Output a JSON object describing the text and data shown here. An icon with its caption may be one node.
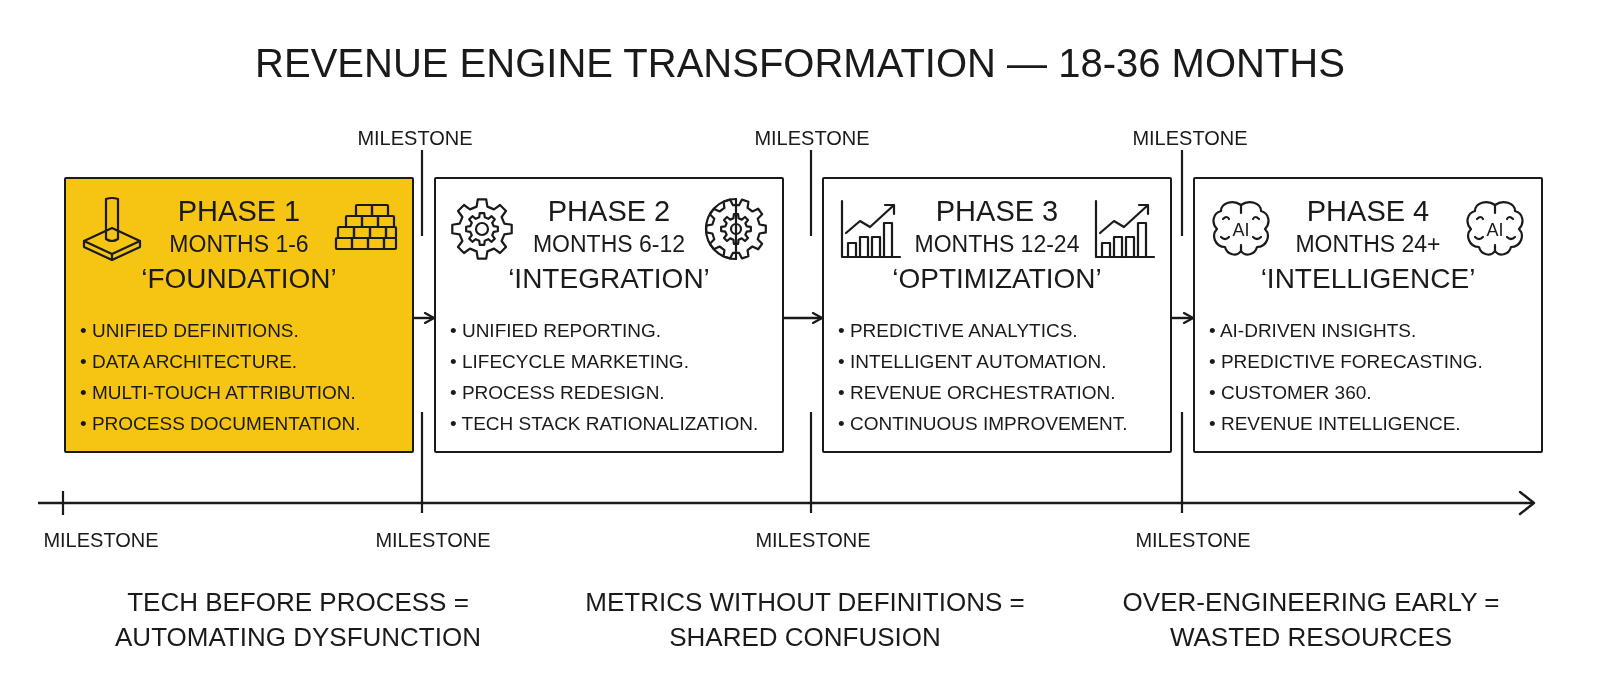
{
  "diagram": {
    "title": "REVENUE ENGINE TRANSFORMATION — 18-36 MONTHS",
    "nodes": [
      {
        "text": [
          "PHASE 1",
          "MONTHS 1-6",
          "‘FOUNDATION’",
          "• UNIFIED DEFINITIONS.",
          "• DATA ARCHITECTURE.",
          "• MULTI-TOUCH ATTRIBUTION.",
          "• PROCESS DOCUMENTATION."
        ]
      },
      {
        "text": [
          "PHASE 2",
          "MONTHS 6-12",
          "‘INTEGRATION’",
          "• UNIFIED REPORTING.",
          "• LIFECYCLE MARKETING.",
          "• PROCESS REDESIGN.",
          "• TECH STACK RATIONALIZATION."
        ]
      },
      {
        "text": [
          "PHASE 3",
          "MONTHS 12-24",
          "‘OPTIMIZATION’",
          "• PREDICTIVE ANALYTICS.",
          "• INTELLIGENT AUTOMATION.",
          "• REVENUE ORCHESTRATION.",
          "• CONTINUOUS IMPROVEMENT."
        ]
      },
      {
        "text": [
          "PHASE 4",
          "MONTHS 24+",
          "‘INTELLIGENCE’",
          "• AI-DRIVEN INSIGHTS.",
          "• PREDICTIVE FORECASTING.",
          "• CUSTOMER 360.",
          "• REVENUE INTELLIGENCE."
        ]
      }
    ],
    "edges": [
      {
        "from": 0,
        "to": 1,
        "arrow": "to"
      },
      {
        "from": 1,
        "to": 2,
        "arrow": "to"
      },
      {
        "from": 2,
        "to": 3,
        "arrow": "to"
      }
    ],
    "labels": [
      "MILESTONE",
      "MILESTONE",
      "MILESTONE",
      "AI",
      "AI",
      "MILESTONE",
      "MILESTONE",
      "MILESTONE",
      "MILESTONE",
      "TECH BEFORE PROCESS = AUTOMATING DYSFUNCTION",
      "METRICS WITHOUT DEFINITIONS = SHARED CONFUSION",
      "OVER-ENGINEERING EARLY = WASTED RESOURCES"
    ]
  }
}
